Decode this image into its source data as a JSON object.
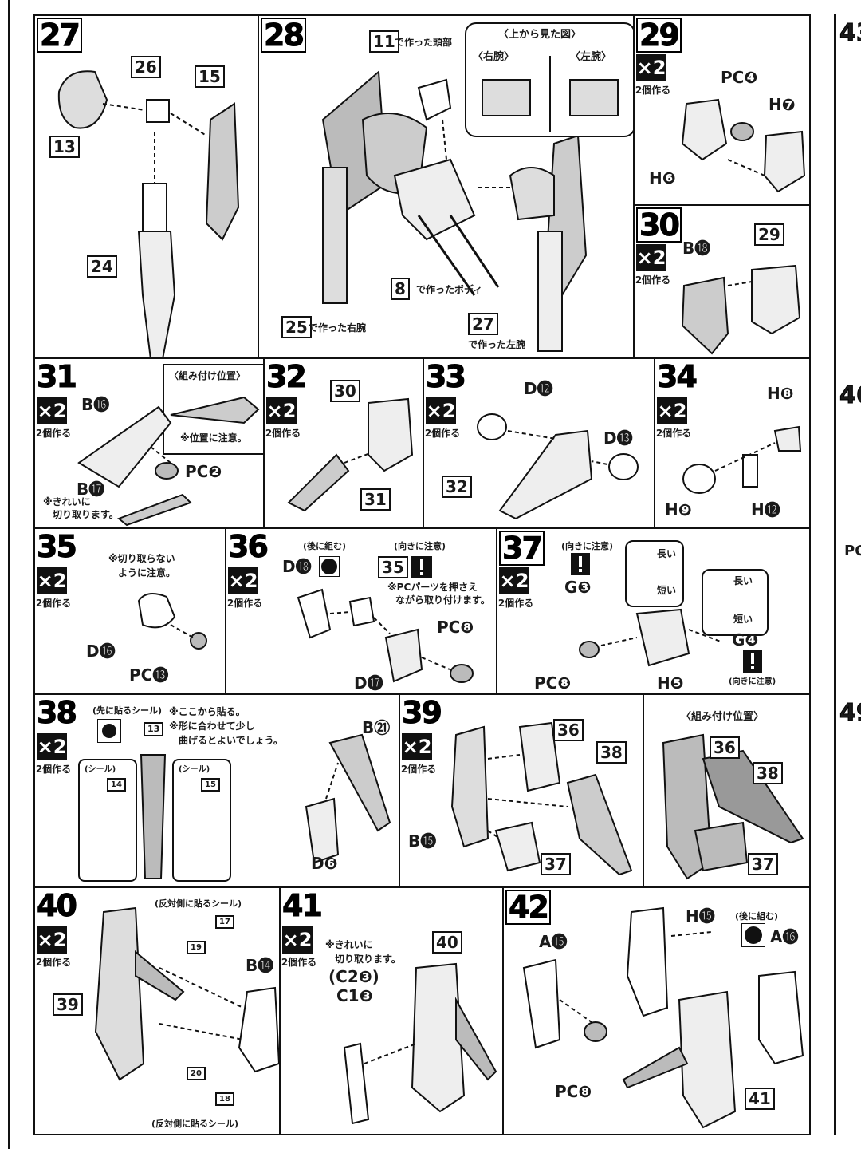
{
  "steps": {
    "s27": {
      "num": "27",
      "parts": [
        "26",
        "15",
        "13",
        "24"
      ]
    },
    "s28": {
      "num": "28",
      "head_part": "11",
      "head_text": "で作った頭部",
      "view_title": "〈上から見た図〉",
      "right_arm_label": "〈右腕〉",
      "left_arm_label": "〈左腕〉",
      "body_part": "8",
      "body_text": "で作ったボディ",
      "rarm_part": "25",
      "rarm_text": "で作った右腕",
      "larm_part": "27",
      "larm_text": "で作った左腕"
    },
    "s29": {
      "num": "29",
      "mult": "×2",
      "mult_cap": "2個作る",
      "pc": "PC❹",
      "h7": "H❼",
      "h6": "H❻"
    },
    "s30": {
      "num": "30",
      "mult": "×2",
      "mult_cap": "2個作る",
      "b18": "B⓲",
      "p29": "29"
    },
    "s31": {
      "num": "31",
      "mult": "×2",
      "mult_cap": "2個作る",
      "b16": "B⓰",
      "pc2": "PC❷",
      "b17": "B⓱",
      "note1": "※きれいに",
      "note2": "切り取ります。",
      "pos_title": "〈組み付け位置〉",
      "pos_note": "※位置に注意。"
    },
    "s32": {
      "num": "32",
      "mult": "×2",
      "mult_cap": "2個作る",
      "p30": "30",
      "p31": "31"
    },
    "s33": {
      "num": "33",
      "mult": "×2",
      "mult_cap": "2個作る",
      "d12": "D⓬",
      "d13": "D⓭",
      "p32": "32"
    },
    "s34": {
      "num": "34",
      "mult": "×2",
      "mult_cap": "2個作る",
      "h8": "H❽",
      "h9": "H❾",
      "h12": "H⓬"
    },
    "s35": {
      "num": "35",
      "mult": "×2",
      "mult_cap": "2個作る",
      "note1": "※切り取らない",
      "note2": "ように注意。",
      "d16": "D⓰",
      "pc13": "PC⓭"
    },
    "s36": {
      "num": "36",
      "mult": "×2",
      "mult_cap": "2個作る",
      "back_label": "(後に組む)",
      "d18": "D⓲",
      "dir_label": "(向きに注意)",
      "ref": "35",
      "note1": "※PCパーツを押さえ",
      "note2": "ながら取り付けます。",
      "pc8": "PC❽",
      "d17": "D⓱"
    },
    "s37": {
      "num": "37",
      "mult": "×2",
      "mult_cap": "2個作る",
      "dir_label": "(向きに注意)",
      "g3": "G❸",
      "g4": "G❹",
      "long": "長い",
      "short": "短い",
      "pc8": "PC❽",
      "h5": "H❺",
      "dir_label2": "(向きに注意)"
    },
    "s38": {
      "num": "38",
      "mult": "×2",
      "mult_cap": "2個作る",
      "first_seal": "(先に貼るシール)",
      "seal13": "13",
      "note1": "※ここから貼る。",
      "note2": "※形に合わせて少し",
      "note3": "曲げるとよいでしょう。",
      "seal_label": "(シール)",
      "seal14": "14",
      "seal15": "15",
      "b21": "B㉑",
      "d6": "D❻"
    },
    "s39": {
      "num": "39",
      "mult": "×2",
      "mult_cap": "2個作る",
      "p36": "36",
      "p38": "38",
      "b15": "B⓯",
      "p37": "37",
      "pos_title": "〈組み付け位置〉"
    },
    "s40": {
      "num": "40",
      "mult": "×2",
      "mult_cap": "2個作る",
      "opp_seal": "(反対側に貼るシール)",
      "seal17": "17",
      "seal19": "19",
      "b14": "B⓮",
      "p39": "39",
      "seal20": "20",
      "seal18": "18",
      "opp_seal2": "(反対側に貼るシール)"
    },
    "s41": {
      "num": "41",
      "mult": "×2",
      "mult_cap": "2個作る",
      "note1": "※きれいに",
      "note2": "切り取ります。",
      "c23": "(C2❸)",
      "c13": "C1❸",
      "p40": "40"
    },
    "s42": {
      "num": "42",
      "a15": "A⓯",
      "pc8": "PC❽",
      "h15": "H⓯",
      "back_label": "(後に組む)",
      "a16": "A⓰",
      "p41": "41"
    }
  },
  "side": {
    "n43": "43",
    "n46": "46",
    "n49": "49",
    "pc": "PC"
  },
  "colors": {
    "ink": "#111111",
    "shade": "#b8b8b8",
    "paper": "#ffffff"
  }
}
